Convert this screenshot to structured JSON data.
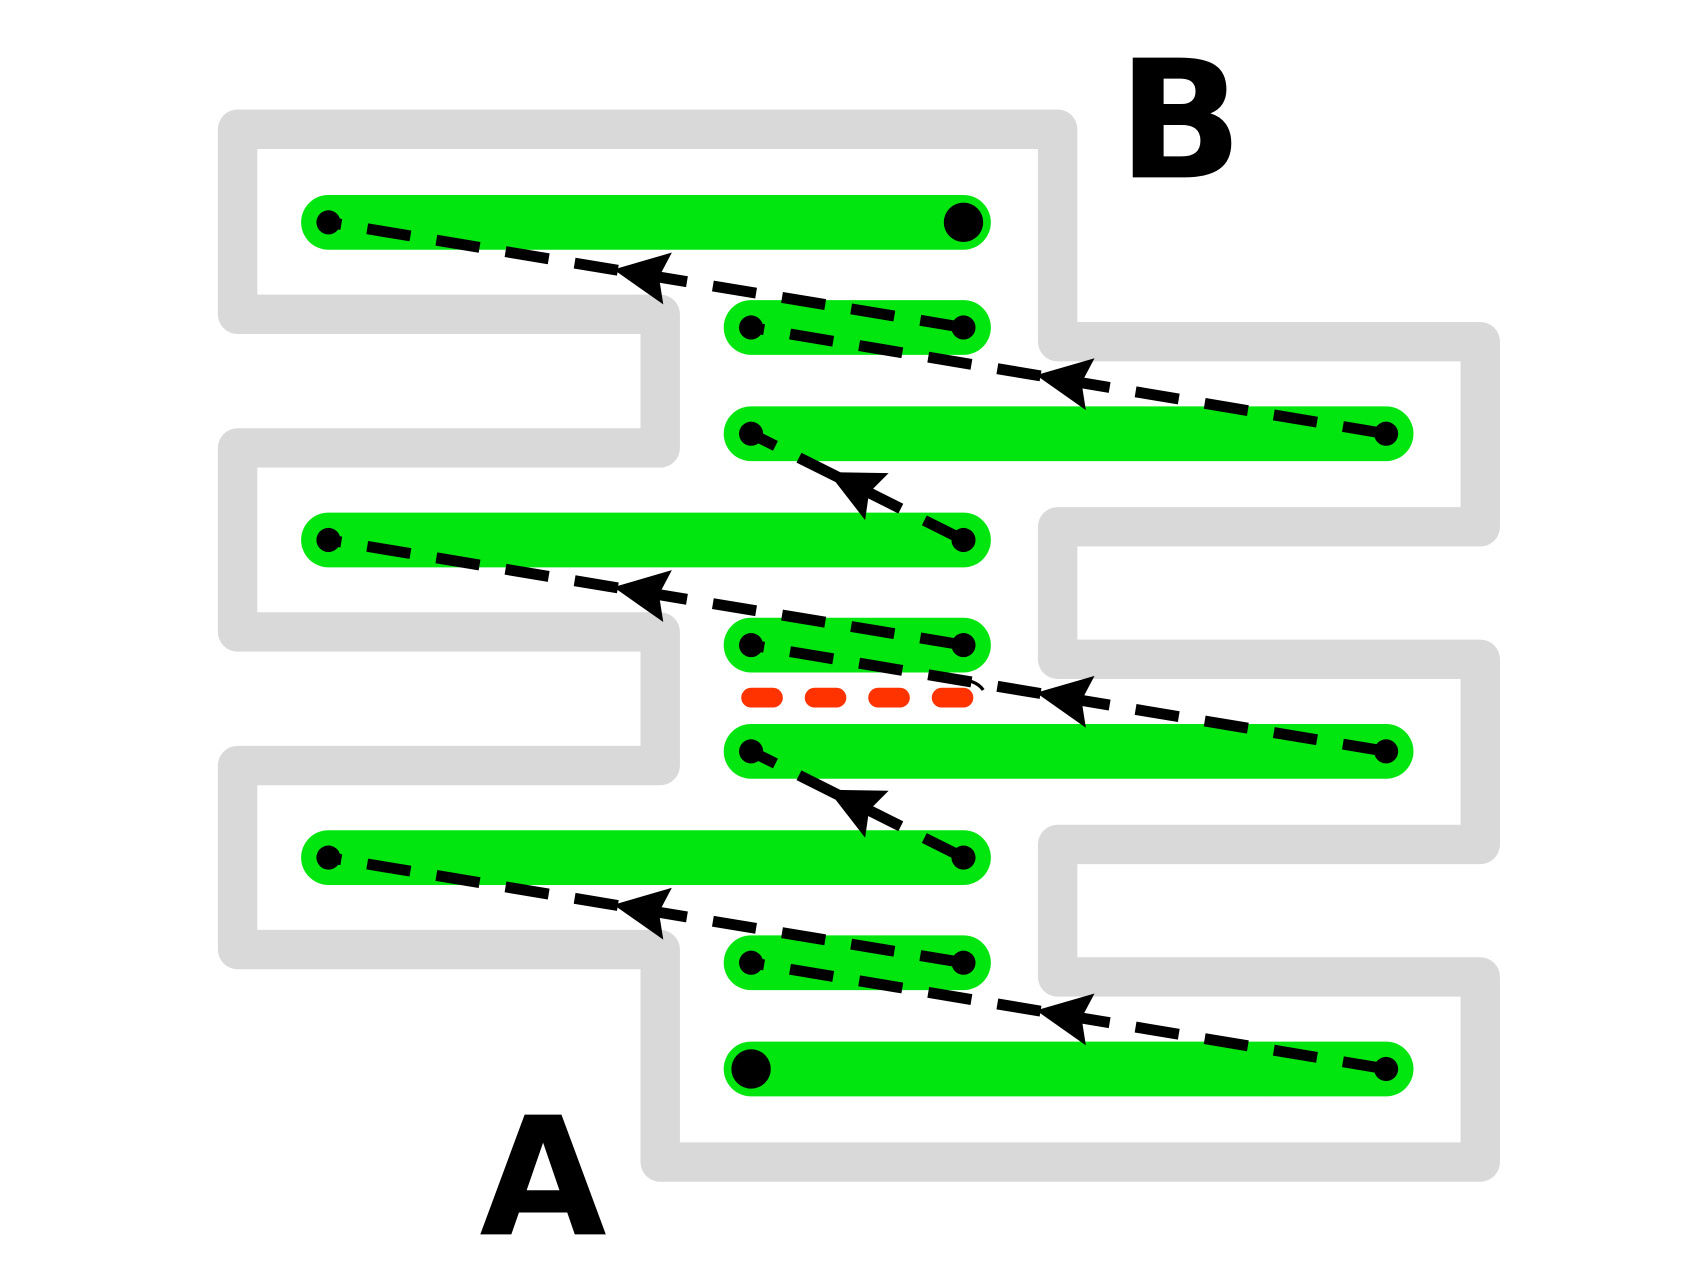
{
  "labels": {
    "start": "A",
    "end": "B"
  },
  "colors": {
    "outline": "#d9d9d9",
    "bar": "#00e60e",
    "path": "#000000",
    "blocked": "#ff3300"
  },
  "legend": [],
  "description_nodes": {
    "bars": [
      {
        "row": 1,
        "span": "left-long"
      },
      {
        "row": 2,
        "span": "center-short"
      },
      {
        "row": 3,
        "span": "right-long"
      },
      {
        "row": 4,
        "span": "left-long"
      },
      {
        "row": 5,
        "span": "center-short"
      },
      {
        "row": 6,
        "span": "right-long"
      },
      {
        "row": 7,
        "span": "left-long"
      },
      {
        "row": 8,
        "span": "center-short"
      },
      {
        "row": 9,
        "span": "right-long"
      }
    ]
  }
}
